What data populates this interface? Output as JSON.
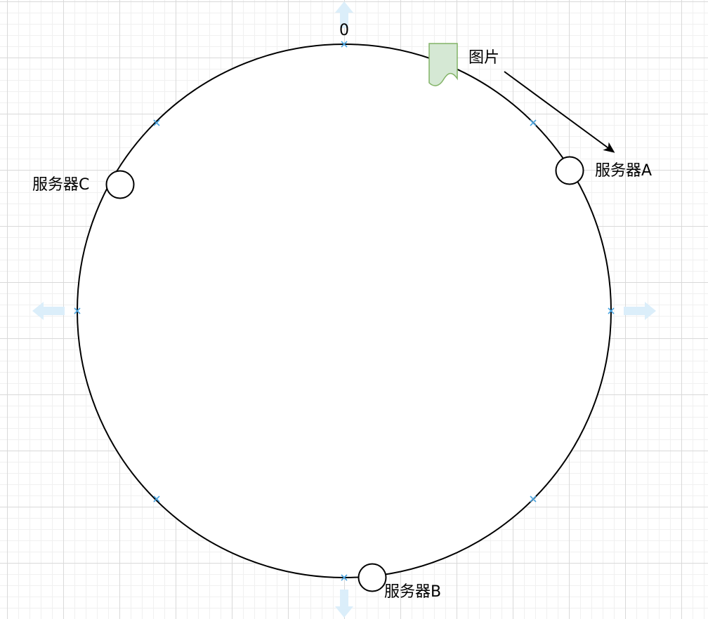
{
  "diagram": {
    "labels": {
      "zero": "0",
      "image": "图片",
      "server_a": "服务器A",
      "server_b": "服务器B",
      "server_c": "服务器C"
    },
    "colors": {
      "ring": "#000000",
      "image_fill": "#d5e8d4",
      "image_stroke": "#82b366",
      "connection_marker": "#4aa3df",
      "handle_arrow": "#dbeefa",
      "arrow": "#000000"
    },
    "icons": {
      "image": "document-shape",
      "server": "circle-node",
      "handle": "resize-arrow",
      "connection": "x-marker"
    }
  }
}
